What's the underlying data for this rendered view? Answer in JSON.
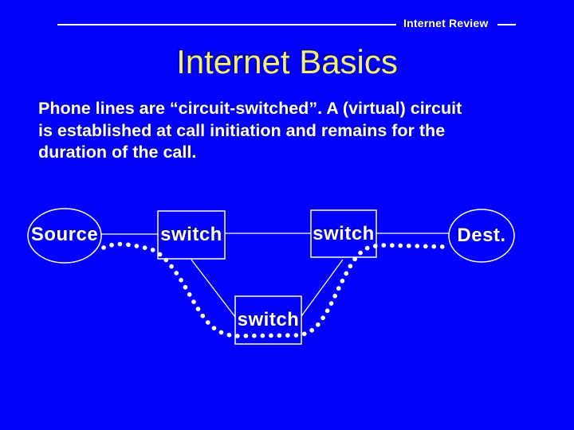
{
  "theme": {
    "background": "#0202FA",
    "title-color": "#F2EE7B",
    "text-color": "#FFFFFF",
    "line-color": "#FFFFFF"
  },
  "slide": {
    "header": {
      "label": "Internet Review"
    },
    "title": {
      "text": "Internet Basics"
    },
    "body": {
      "text": "Phone lines are “circuit-switched”. A (virtual) circuit is established at call initiation and remains for the duration of the call.",
      "lines": [
        "Phone lines are “circuit-switched”. A (virtual) circuit",
        "is established at call initiation and remains for the",
        "duration of the call."
      ]
    },
    "diagram": {
      "nodes": [
        {
          "id": "source",
          "shape": "ellipse",
          "label": "Source"
        },
        {
          "id": "switch-1",
          "shape": "rect",
          "label": "switch"
        },
        {
          "id": "switch-2",
          "shape": "rect",
          "label": "switch"
        },
        {
          "id": "switch-3",
          "shape": "rect",
          "label": "switch"
        },
        {
          "id": "dest",
          "shape": "ellipse",
          "label": "Dest."
        }
      ]
    }
  }
}
